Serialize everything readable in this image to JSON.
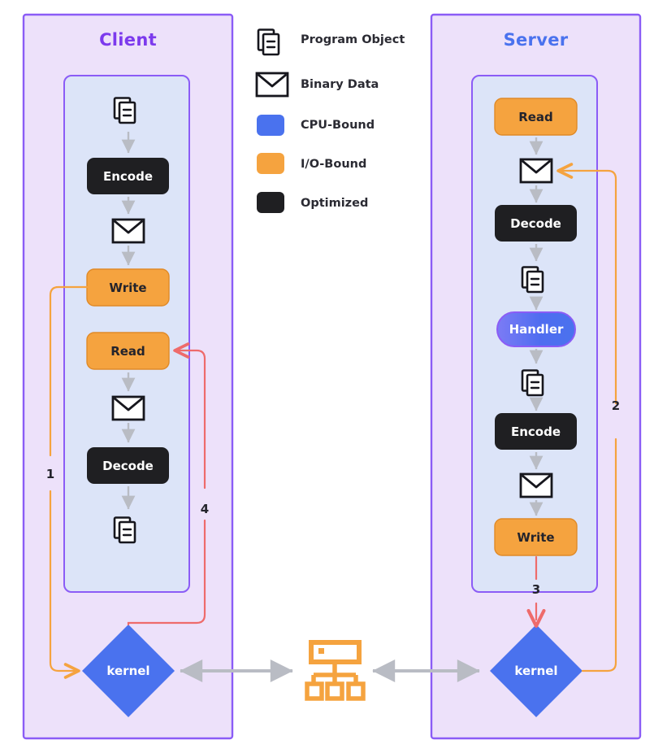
{
  "colors": {
    "panel_bg": "#EDE1FA",
    "panel_border": "#8B5CF6",
    "inner_bg": "#DCE4F8",
    "inner_border": "#8B5CF6",
    "orange": "#F5A33F",
    "orange_border": "#E08A28",
    "blue": "#4A72EE",
    "blue_handler": "#5B6FF0",
    "black": "#1F1F22",
    "text_dark": "#24242C",
    "text_light": "#FFFFFF",
    "client_title": "#7C3AED",
    "server_title": "#4A72EE",
    "gray_arrow": "#B9BCC4",
    "red_edge": "#EE6B6B",
    "orange_edge": "#F5A33F",
    "icon_stroke": "#16161D",
    "network_icon": "#F5A33F"
  },
  "panels": {
    "client": {
      "title": "Client"
    },
    "server": {
      "title": "Server"
    }
  },
  "legend": {
    "items": [
      {
        "label": "Program Object",
        "icon": "program-object-icon",
        "kind": "icon"
      },
      {
        "label": "Binary Data",
        "icon": "binary-data-icon",
        "kind": "icon"
      },
      {
        "label": "CPU-Bound",
        "icon": "swatch",
        "kind": "swatch",
        "color": "#4A72EE"
      },
      {
        "label": "I/O-Bound",
        "icon": "swatch",
        "kind": "swatch",
        "color": "#F5A33F"
      },
      {
        "label": "Optimized",
        "icon": "swatch",
        "kind": "swatch",
        "color": "#1F1F22"
      }
    ]
  },
  "client_flow": {
    "nodes": [
      {
        "label": "",
        "type": "program-object"
      },
      {
        "label": "Encode",
        "type": "optimized"
      },
      {
        "label": "",
        "type": "binary-data"
      },
      {
        "label": "Write",
        "type": "io-bound"
      },
      {
        "label": "Read",
        "type": "io-bound"
      },
      {
        "label": "",
        "type": "binary-data"
      },
      {
        "label": "Decode",
        "type": "optimized"
      },
      {
        "label": "",
        "type": "program-object"
      }
    ]
  },
  "server_flow": {
    "nodes": [
      {
        "label": "Read",
        "type": "io-bound"
      },
      {
        "label": "",
        "type": "binary-data"
      },
      {
        "label": "Decode",
        "type": "optimized"
      },
      {
        "label": "",
        "type": "program-object"
      },
      {
        "label": "Handler",
        "type": "cpu-bound"
      },
      {
        "label": "",
        "type": "program-object"
      },
      {
        "label": "Encode",
        "type": "optimized"
      },
      {
        "label": "",
        "type": "binary-data"
      },
      {
        "label": "Write",
        "type": "io-bound"
      }
    ]
  },
  "kernels": {
    "client": {
      "label": "kernel"
    },
    "server": {
      "label": "kernel"
    }
  },
  "network": {
    "icon": "network-hub-icon"
  },
  "edges": {
    "numbers": [
      {
        "id": "1",
        "label": "1",
        "color": "#F5A33F"
      },
      {
        "id": "2",
        "label": "2",
        "color": "#F5A33F"
      },
      {
        "id": "3",
        "label": "3",
        "color": "#EE6B6B"
      },
      {
        "id": "4",
        "label": "4",
        "color": "#EE6B6B"
      }
    ]
  }
}
